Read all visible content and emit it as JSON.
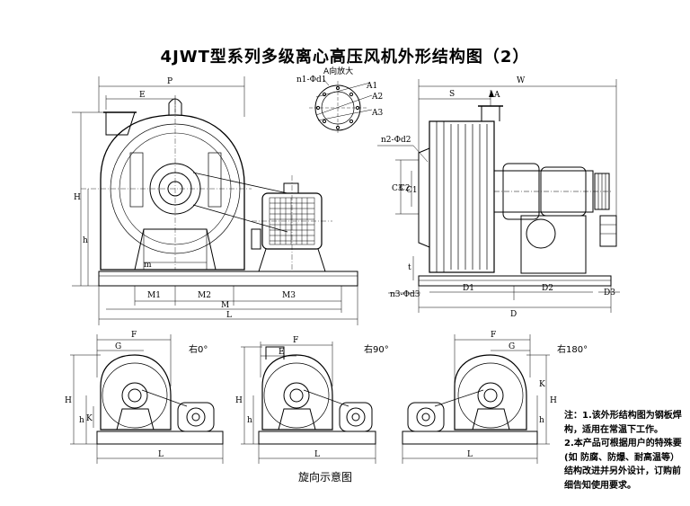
{
  "title": "4JWT型系列多级离心高压风机外形结构图（2）",
  "view_a_label": "A向放大",
  "rotation_caption": "旋向示意图",
  "rotations": [
    "右0°",
    "右90°",
    "右180°"
  ],
  "main_view": {
    "dims": [
      "P",
      "E",
      "H",
      "h",
      "m",
      "M1",
      "M2",
      "M3",
      "M",
      "L"
    ]
  },
  "side_view": {
    "dims": [
      "W",
      "S",
      "A",
      "C3",
      "C2",
      "C1",
      "D1",
      "D2",
      "D3",
      "D",
      "t"
    ],
    "leader_labels": [
      "n1-Φd1",
      "n2-Φd2",
      "n3-Φd3"
    ]
  },
  "view_a": {
    "labels": [
      "n1-Φd1",
      "A1",
      "A2",
      "A3"
    ]
  },
  "small_views": {
    "dims": [
      "F",
      "G",
      "E",
      "H",
      "h",
      "K",
      "L"
    ]
  },
  "notes": [
    "注：1.该外形结构图为钢板焊",
    "构，适用在常温下工作。",
    "  2.本产品可根据用户的特殊要",
    "(如 防腐、防爆、耐高温等）",
    "  结构改进并另外设计，订购前",
    "  细告知使用要求。"
  ]
}
